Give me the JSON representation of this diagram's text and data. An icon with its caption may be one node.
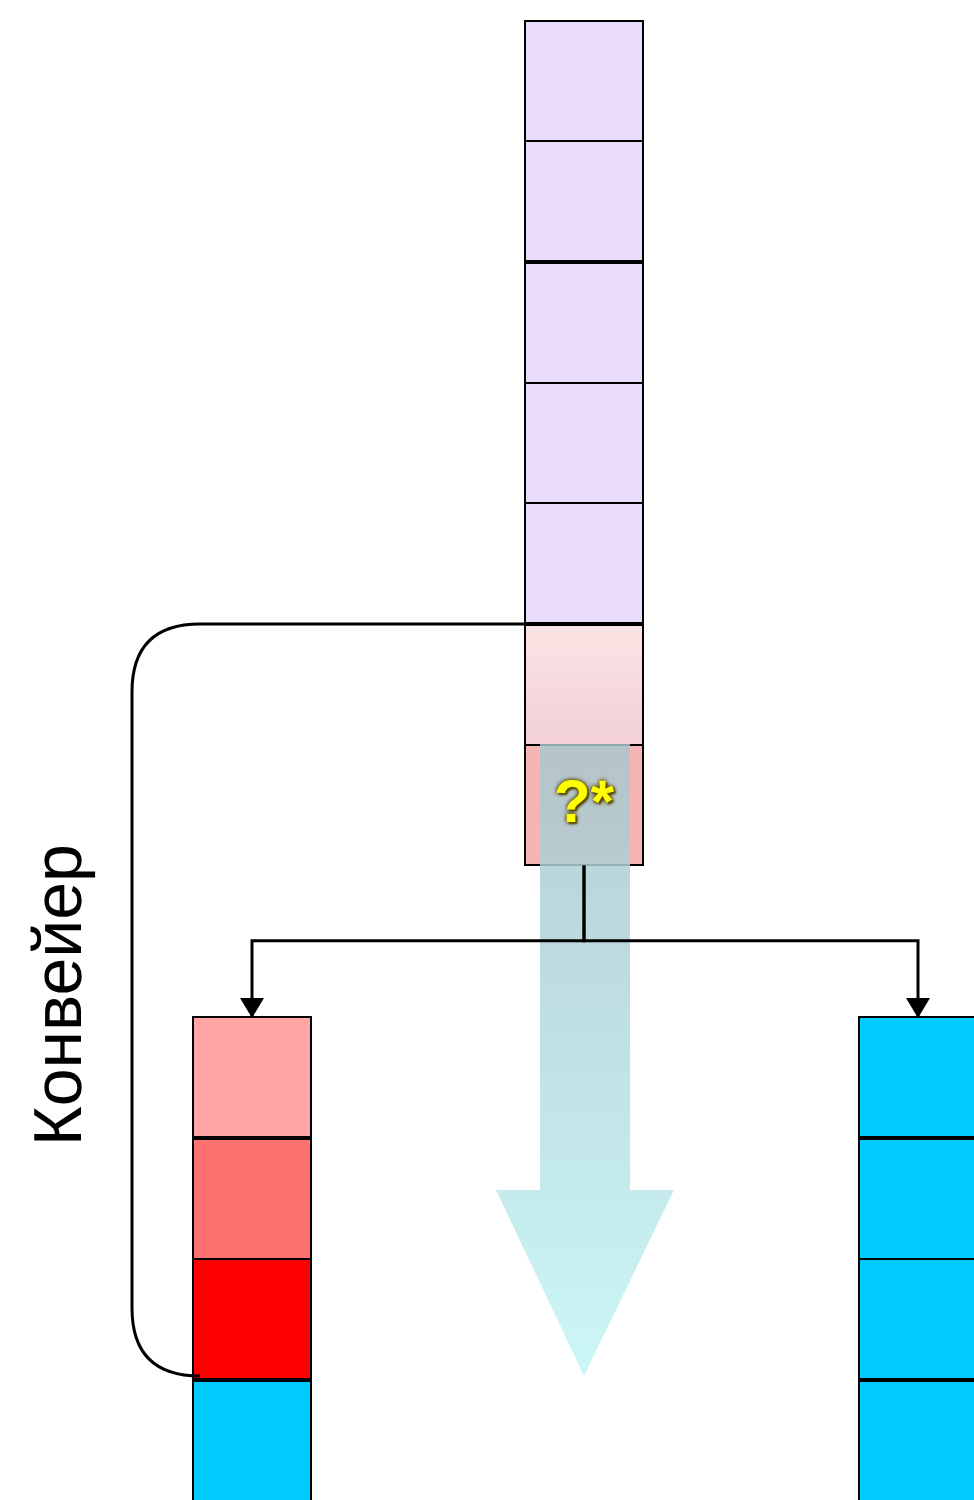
{
  "diagram": {
    "nodes": [
      {
        "text": [],
        "shape": "box"
      },
      {
        "text": [],
        "shape": "box"
      },
      {
        "text": [],
        "shape": "box"
      },
      {
        "text": [],
        "shape": "box"
      },
      {
        "text": [],
        "shape": "box"
      },
      {
        "text": [],
        "shape": "box"
      },
      {
        "text": [
          "?*"
        ]
      },
      {
        "text": [],
        "shape": "box"
      },
      {
        "text": [],
        "shape": "box"
      },
      {
        "text": [],
        "shape": "box"
      },
      {
        "text": [],
        "shape": "box"
      },
      {
        "text": [],
        "shape": "box"
      },
      {
        "text": [],
        "shape": "box"
      },
      {
        "text": [],
        "shape": "box"
      },
      {
        "text": [],
        "shape": "box"
      }
    ],
    "edges": [
      {
        "from": 6,
        "to": 7,
        "arrow": "to"
      },
      {
        "from": 6,
        "to": 11,
        "arrow": "to"
      }
    ],
    "labels": [
      "Конвейер"
    ]
  }
}
